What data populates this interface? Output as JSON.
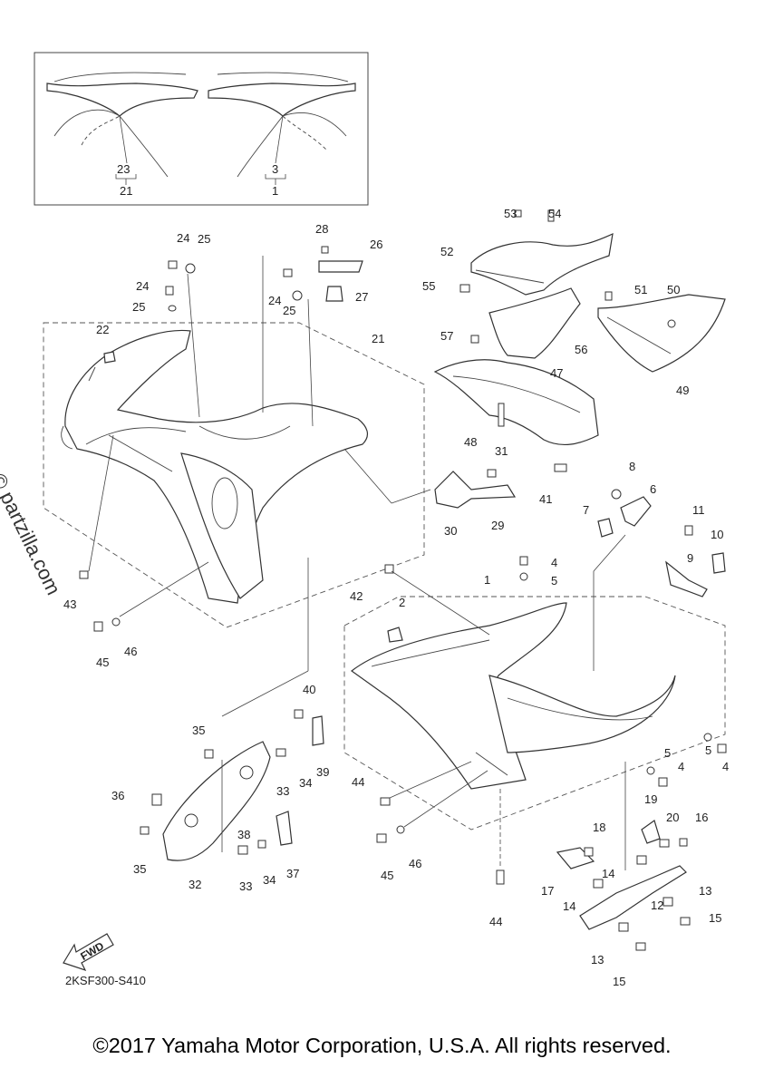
{
  "watermark": "© partzilla.com",
  "diagram_code": "2KSF300-S410",
  "fwd_label": "FWD",
  "copyright": "©2017 Yamaha Motor Corporation, U.S.A. All rights reserved.",
  "callouts": [
    {
      "id": "c23",
      "text": "23"
    },
    {
      "id": "c21a",
      "text": "21"
    },
    {
      "id": "c3",
      "text": "3"
    },
    {
      "id": "c1a",
      "text": "1"
    },
    {
      "id": "c24a",
      "text": "24"
    },
    {
      "id": "c25a",
      "text": "25"
    },
    {
      "id": "c28",
      "text": "28"
    },
    {
      "id": "c26",
      "text": "26"
    },
    {
      "id": "c24b",
      "text": "24"
    },
    {
      "id": "c25b",
      "text": "25"
    },
    {
      "id": "c24c",
      "text": "24"
    },
    {
      "id": "c25c",
      "text": "25"
    },
    {
      "id": "c27",
      "text": "27"
    },
    {
      "id": "c22",
      "text": "22"
    },
    {
      "id": "c21b",
      "text": "21"
    },
    {
      "id": "c53",
      "text": "53"
    },
    {
      "id": "c54",
      "text": "54"
    },
    {
      "id": "c52",
      "text": "52"
    },
    {
      "id": "c55",
      "text": "55"
    },
    {
      "id": "c51",
      "text": "51"
    },
    {
      "id": "c50",
      "text": "50"
    },
    {
      "id": "c57",
      "text": "57"
    },
    {
      "id": "c56",
      "text": "56"
    },
    {
      "id": "c49",
      "text": "49"
    },
    {
      "id": "c47",
      "text": "47"
    },
    {
      "id": "c48",
      "text": "48"
    },
    {
      "id": "c31",
      "text": "31"
    },
    {
      "id": "c41",
      "text": "41"
    },
    {
      "id": "c8",
      "text": "8"
    },
    {
      "id": "c6",
      "text": "6"
    },
    {
      "id": "c7",
      "text": "7"
    },
    {
      "id": "c11",
      "text": "11"
    },
    {
      "id": "c10",
      "text": "10"
    },
    {
      "id": "c9",
      "text": "9"
    },
    {
      "id": "c30",
      "text": "30"
    },
    {
      "id": "c29",
      "text": "29"
    },
    {
      "id": "c4a",
      "text": "4"
    },
    {
      "id": "c5a",
      "text": "5"
    },
    {
      "id": "c42",
      "text": "42"
    },
    {
      "id": "c1b",
      "text": "1"
    },
    {
      "id": "c2",
      "text": "2"
    },
    {
      "id": "c43",
      "text": "43"
    },
    {
      "id": "c46a",
      "text": "46"
    },
    {
      "id": "c45a",
      "text": "45"
    },
    {
      "id": "c40",
      "text": "40"
    },
    {
      "id": "c35a",
      "text": "35"
    },
    {
      "id": "c39",
      "text": "39"
    },
    {
      "id": "c33a",
      "text": "33"
    },
    {
      "id": "c34a",
      "text": "34"
    },
    {
      "id": "c36",
      "text": "36"
    },
    {
      "id": "c38",
      "text": "38"
    },
    {
      "id": "c35b",
      "text": "35"
    },
    {
      "id": "c32",
      "text": "32"
    },
    {
      "id": "c33b",
      "text": "33"
    },
    {
      "id": "c34b",
      "text": "34"
    },
    {
      "id": "c37",
      "text": "37"
    },
    {
      "id": "c44a",
      "text": "44"
    },
    {
      "id": "c46b",
      "text": "46"
    },
    {
      "id": "c45b",
      "text": "45"
    },
    {
      "id": "c44b",
      "text": "44"
    },
    {
      "id": "c5b",
      "text": "5"
    },
    {
      "id": "c4b",
      "text": "4"
    },
    {
      "id": "c5c",
      "text": "5"
    },
    {
      "id": "c4c",
      "text": "4"
    },
    {
      "id": "c19",
      "text": "19"
    },
    {
      "id": "c20",
      "text": "20"
    },
    {
      "id": "c16",
      "text": "16"
    },
    {
      "id": "c18",
      "text": "18"
    },
    {
      "id": "c14a",
      "text": "14"
    },
    {
      "id": "c17",
      "text": "17"
    },
    {
      "id": "c14b",
      "text": "14"
    },
    {
      "id": "c13a",
      "text": "13"
    },
    {
      "id": "c12",
      "text": "12"
    },
    {
      "id": "c15a",
      "text": "15"
    },
    {
      "id": "c13b",
      "text": "13"
    },
    {
      "id": "c15b",
      "text": "15"
    }
  ]
}
